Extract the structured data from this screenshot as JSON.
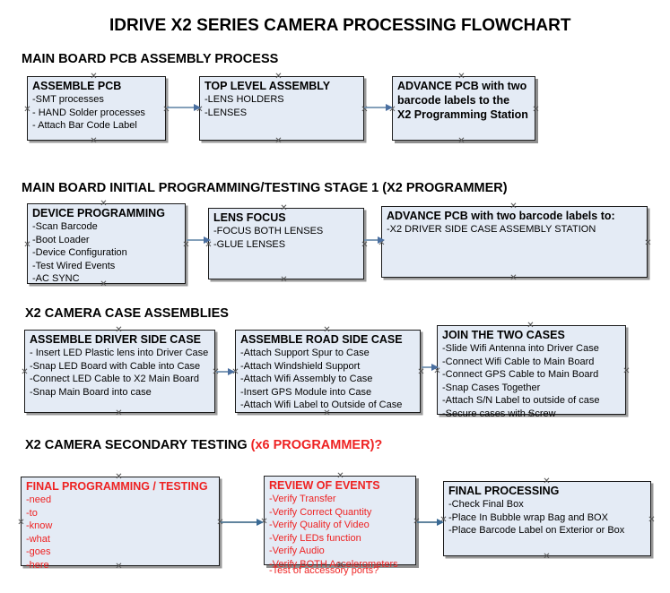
{
  "document": {
    "title": "IDRIVE X2  SERIES CAMERA PROCESSING FLOWCHART"
  },
  "colors": {
    "box_fill": "#e4ebf5",
    "box_border": "#1a1a1a",
    "box_shadow": "#9a9a9a",
    "arrow": "#7392b0",
    "accent_red": "#ee2222",
    "text_black": "#000000",
    "background": "#ffffff"
  },
  "sections": [
    {
      "id": "pcb-assembly",
      "heading": "MAIN BOARD PCB ASSEMBLY PROCESS",
      "heading_red": "",
      "boxes": [
        {
          "id": "assemble-pcb",
          "title": "ASSEMBLE PCB",
          "title_color": "black",
          "lines": [
            "-SMT processes",
            "- HAND Solder processes",
            "- Attach Bar Code Label"
          ],
          "line_color": "black",
          "line_bold": false
        },
        {
          "id": "top-level-assembly",
          "title": "TOP LEVEL ASSEMBLY",
          "title_color": "black",
          "lines": [
            "-LENS HOLDERS",
            "-LENSES"
          ],
          "line_color": "black",
          "line_bold": false
        },
        {
          "id": "advance-pcb-programming-station",
          "title": "ADVANCE PCB with two",
          "title_color": "black",
          "lines": [
            "barcode labels to the",
            " X2 Programming Station"
          ],
          "line_color": "black",
          "line_bold": true
        }
      ]
    },
    {
      "id": "initial-programming",
      "heading": "MAIN BOARD INITIAL PROGRAMMING/TESTING STAGE 1 (X2 PROGRAMMER)",
      "heading_red": "",
      "boxes": [
        {
          "id": "device-programming",
          "title": "DEVICE PROGRAMMING",
          "title_color": "black",
          "lines": [
            "-Scan Barcode",
            "-Boot Loader",
            "-Device Configuration",
            "-Test Wired Events",
            "-AC SYNC"
          ],
          "line_color": "black",
          "line_bold": false
        },
        {
          "id": "lens-focus",
          "title": "LENS FOCUS",
          "title_color": "black",
          "lines": [
            "-FOCUS BOTH LENSES",
            "-GLUE LENSES"
          ],
          "line_color": "black",
          "line_bold": false
        },
        {
          "id": "advance-pcb-driver-side-station",
          "title": "ADVANCE PCB with two barcode labels to:",
          "title_color": "black",
          "lines": [
            "-X2 DRIVER  SIDE  CASE  ASSEMBLY STATION"
          ],
          "line_color": "black",
          "line_bold": false
        }
      ]
    },
    {
      "id": "case-assemblies",
      "heading": "X2 CAMERA CASE ASSEMBLIES",
      "heading_red": "",
      "boxes": [
        {
          "id": "assemble-driver-side-case",
          "title": "ASSEMBLE DRIVER SIDE CASE",
          "title_color": "black",
          "lines": [
            "- Insert LED Plastic lens into Driver Case",
            "-Snap LED Board with Cable into Case",
            "-Connect LED Cable to X2 Main Board",
            "-Snap Main Board into case"
          ],
          "line_color": "black",
          "line_bold": false
        },
        {
          "id": "assemble-road-side-case",
          "title": "ASSEMBLE ROAD SIDE CASE",
          "title_color": "black",
          "lines": [
            "-Attach Support Spur to Case",
            "-Attach Windshield Support",
            "-Attach Wifi Assembly to Case",
            "-Insert GPS Module into Case",
            "-Attach Wifi Label to Outside of Case"
          ],
          "line_color": "black",
          "line_bold": false
        },
        {
          "id": "join-the-two-cases",
          "title": "JOIN THE TWO CASES",
          "title_color": "black",
          "lines": [
            "-Slide Wifi Antenna into Driver Case",
            "-Connect Wifi Cable to Main Board",
            "-Connect GPS Cable to Main Board",
            "-Snap Cases Together",
            "-Attach S/N Label to outside of case",
            "-Secure cases with Screw"
          ],
          "line_color": "black",
          "line_bold": false
        }
      ]
    },
    {
      "id": "secondary-testing",
      "heading": "X2 CAMERA SECONDARY TESTING ",
      "heading_red": "(x6 PROGRAMMER)?",
      "boxes": [
        {
          "id": "final-programming-testing",
          "title": "FINAL PROGRAMMING / TESTING",
          "title_color": "red",
          "lines": [
            "-need",
            "-to",
            "-know",
            "-what",
            "-goes",
            "-here"
          ],
          "line_color": "red",
          "line_bold": false
        },
        {
          "id": "review-of-events",
          "title": "REVIEW OF EVENTS",
          "title_color": "red",
          "lines": [
            "-Verify Transfer",
            "-Verify Correct Quantity",
            "-Verify Quality of Video",
            "-Verify LEDs function",
            "-Verify Audio",
            "-Verify BOTH Accelerometers"
          ],
          "overflow_line": "-Test of accessory ports?",
          "line_color": "red",
          "line_bold": false
        },
        {
          "id": "final-processing",
          "title": "FINAL PROCESSING",
          "title_color": "black",
          "lines": [
            " -Check Final Box",
            "-Place In Bubble wrap Bag and BOX",
            "-Place Barcode Label on Exterior or Box"
          ],
          "line_color": "black",
          "line_bold": false
        }
      ]
    }
  ],
  "connectors": [
    {
      "id": "arrow-pcb-to-toplevel",
      "from": "assemble-pcb",
      "to": "top-level-assembly"
    },
    {
      "id": "arrow-toplevel-to-advance",
      "from": "top-level-assembly",
      "to": "advance-pcb-programming-station"
    },
    {
      "id": "arrow-device-to-lens",
      "from": "device-programming",
      "to": "lens-focus"
    },
    {
      "id": "arrow-lens-to-advance",
      "from": "lens-focus",
      "to": "advance-pcb-driver-side-station"
    },
    {
      "id": "arrow-driver-to-road",
      "from": "assemble-driver-side-case",
      "to": "assemble-road-side-case"
    },
    {
      "id": "arrow-road-to-join",
      "from": "assemble-road-side-case",
      "to": "join-the-two-cases"
    },
    {
      "id": "arrow-final-to-review",
      "from": "final-programming-testing",
      "to": "review-of-events"
    },
    {
      "id": "arrow-review-to-processing",
      "from": "review-of-events",
      "to": "final-processing"
    }
  ]
}
